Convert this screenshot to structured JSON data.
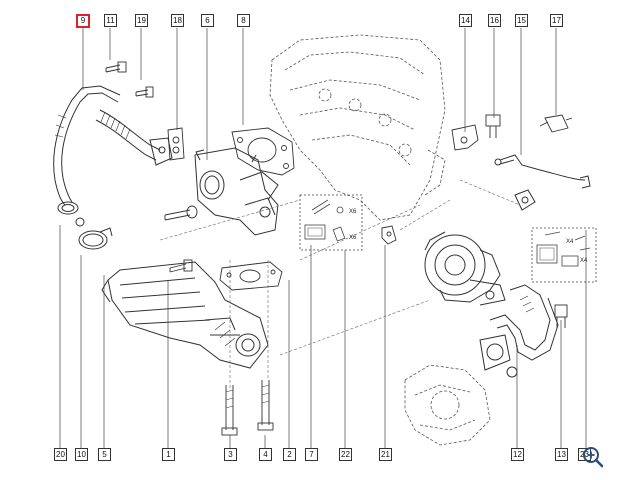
{
  "callouts": {
    "top": [
      "9",
      "11",
      "19",
      "18",
      "6",
      "8",
      "14",
      "16",
      "15",
      "17"
    ],
    "bottom": [
      "20",
      "10",
      "5",
      "1",
      "3",
      "4",
      "2",
      "7",
      "22",
      "21",
      "12",
      "13",
      "23"
    ]
  },
  "highlight_color": "#e0202a",
  "kit_labels": {
    "kit1_qty": "X6",
    "kit1_qty2": "X6",
    "kit2_qty": "X4",
    "kit2_qty2": "X4"
  },
  "zoom_icon": "zoom-in-icon"
}
